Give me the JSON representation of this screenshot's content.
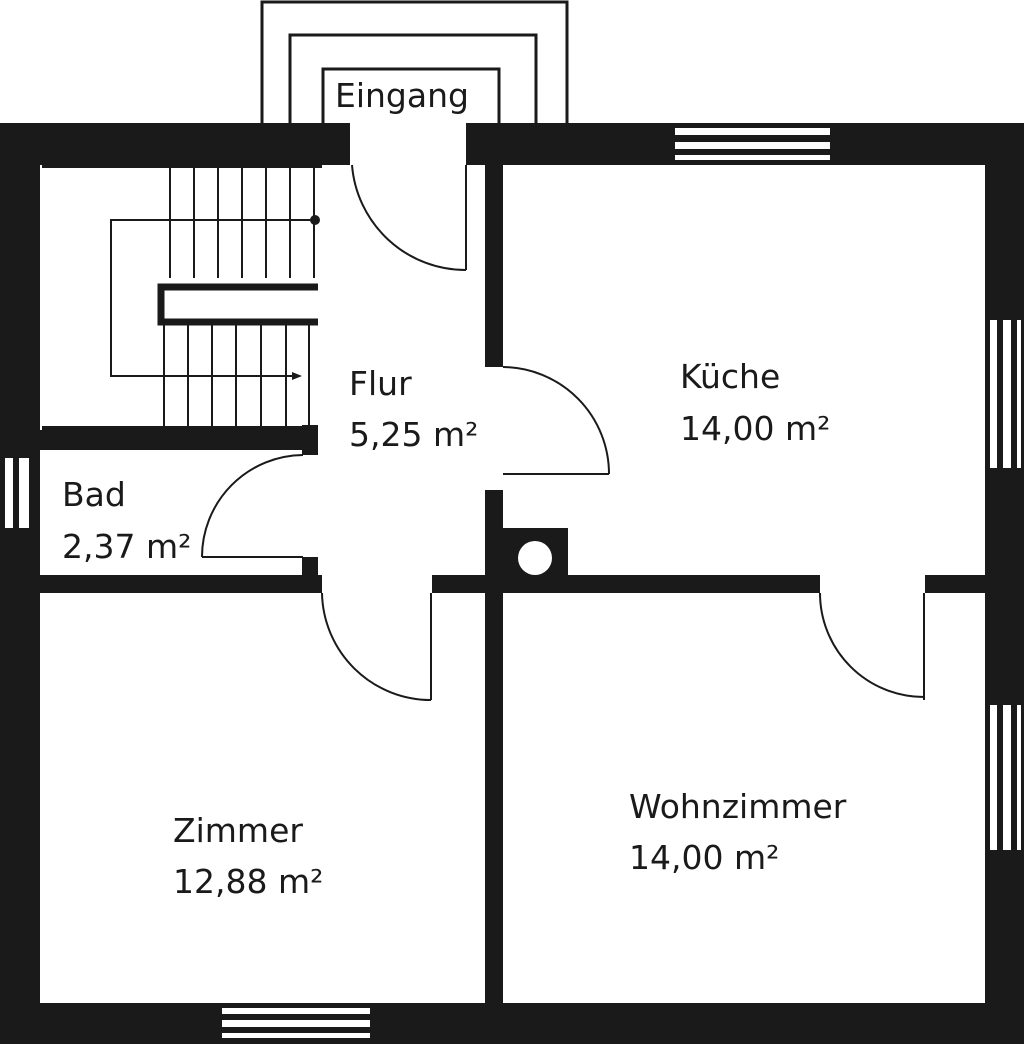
{
  "colors": {
    "wall": "#1a1a1a",
    "background": "#ffffff"
  },
  "rooms": {
    "entrance": {
      "name": "Eingang"
    },
    "hallway": {
      "name": "Flur",
      "area": "5,25 m²"
    },
    "kitchen": {
      "name": "Küche",
      "area": "14,00 m²"
    },
    "bathroom": {
      "name": "Bad",
      "area": "2,37 m²"
    },
    "bedroom": {
      "name": "Zimmer",
      "area": "12,88 m²"
    },
    "living": {
      "name": "Wohnzimmer",
      "area": "14,00 m²"
    }
  }
}
